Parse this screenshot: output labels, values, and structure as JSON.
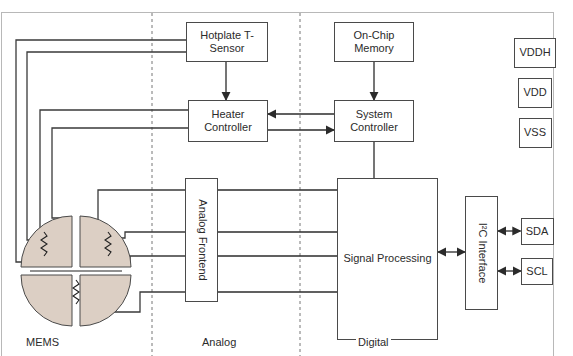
{
  "diagram": {
    "nodes": [
      {
        "text": [
          "Hotplate T-Sensor"
        ]
      },
      {
        "text": [
          "On-Chip Memory"
        ]
      },
      {
        "text": [
          "Heater Controller"
        ]
      },
      {
        "text": [
          "System Controller"
        ]
      },
      {
        "text": [
          "Analog Frontend"
        ]
      },
      {
        "text": [
          "Signal Processing"
        ]
      },
      {
        "text": [
          "I²C Interface"
        ]
      },
      {
        "text": [
          "VDDH"
        ]
      },
      {
        "text": [
          "VDD"
        ]
      },
      {
        "text": [
          "VSS"
        ]
      },
      {
        "text": [
          "SDA"
        ]
      },
      {
        "text": [
          "SCL"
        ]
      }
    ],
    "edges": [
      {
        "from": 0,
        "to": 2,
        "arrow": "to"
      },
      {
        "from": 1,
        "to": 3,
        "arrow": "to"
      },
      {
        "from": 3,
        "to": 2,
        "arrow": "to"
      },
      {
        "from": 2,
        "to": 3,
        "arrow": "to"
      },
      {
        "from": 3,
        "to": 5,
        "arrow": "none"
      },
      {
        "from": 4,
        "to": 5,
        "arrow": "none"
      },
      {
        "from": 4,
        "to": 5,
        "arrow": "none"
      },
      {
        "from": 4,
        "to": 5,
        "arrow": "none"
      },
      {
        "from": 4,
        "to": 5,
        "arrow": "none"
      },
      {
        "from": 5,
        "to": 6,
        "arrow": "both"
      },
      {
        "from": 6,
        "to": 10,
        "arrow": "both"
      },
      {
        "from": 6,
        "to": 11,
        "arrow": "both"
      }
    ],
    "labels": [
      "MEMS",
      "Analog",
      "Digital"
    ]
  }
}
